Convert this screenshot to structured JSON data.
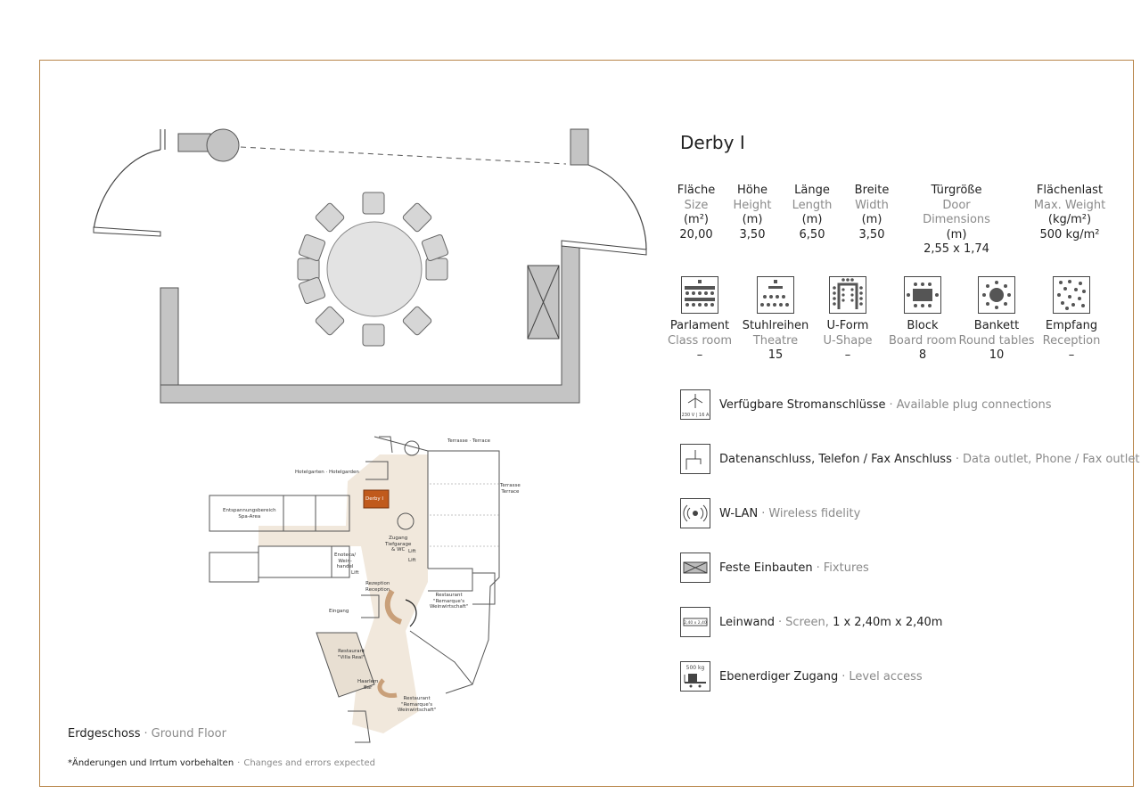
{
  "room": {
    "name": "Derby I"
  },
  "specs": [
    {
      "de": "Fläche",
      "en": "Size",
      "unit": "(m²)",
      "value": "20,00"
    },
    {
      "de": "Höhe",
      "en": "Height",
      "unit": "(m)",
      "value": "3,50"
    },
    {
      "de": "Länge",
      "en": "Length",
      "unit": "(m)",
      "value": "6,50"
    },
    {
      "de": "Breite",
      "en": "Width",
      "unit": "(m)",
      "value": "3,50"
    },
    {
      "de": "Türgröße",
      "en": "Door Dimensions",
      "unit": "(m)",
      "value": "2,55 x 1,74"
    },
    {
      "de": "Flächenlast",
      "en": "Max. Weight",
      "unit": "(kg/m²)",
      "value": "500 kg/m²"
    }
  ],
  "setups": [
    {
      "de": "Parlament",
      "en": "Class room",
      "capacity": "–",
      "icon": "classroom-setup-icon"
    },
    {
      "de": "Stuhlreihen",
      "en": "Theatre",
      "capacity": "15",
      "icon": "theatre-setup-icon"
    },
    {
      "de": "U-Form",
      "en": "U-Shape",
      "capacity": "–",
      "icon": "u-shape-setup-icon"
    },
    {
      "de": "Block",
      "en": "Board room",
      "capacity": "8",
      "icon": "boardroom-setup-icon"
    },
    {
      "de": "Bankett",
      "en": "Round tables",
      "capacity": "10",
      "icon": "banquet-setup-icon"
    },
    {
      "de": "Empfang",
      "en": "Reception",
      "capacity": "–",
      "icon": "reception-setup-icon"
    }
  ],
  "features": [
    {
      "de": "Verfügbare Stromanschlüsse",
      "en": "Available plug connections",
      "icon": "power-outlet-icon",
      "icon_text": "230 V | 16 A"
    },
    {
      "de": "Datenanschluss, Telefon / Fax Anschluss",
      "en": "Data outlet, Phone / Fax outlet",
      "icon": "data-outlet-icon"
    },
    {
      "de": "W-LAN",
      "en": "Wireless fidelity",
      "icon": "wifi-icon"
    },
    {
      "de": "Feste Einbauten",
      "en": "Fixtures",
      "icon": "fixtures-icon"
    },
    {
      "de": "Leinwand",
      "en": "Screen,",
      "extra": "1 x 2,40m x 2,40m",
      "icon": "screen-icon",
      "icon_text": "2,40 x 2,40"
    },
    {
      "de": "Ebenerdiger Zugang",
      "en": "Level access",
      "icon": "level-access-icon",
      "icon_text": "500 kg"
    }
  ],
  "floor": {
    "de": "Erdgeschoss",
    "en": "Ground Floor"
  },
  "note": {
    "de": "*Änderungen und Irrtum vorbehalten",
    "en": "Changes and errors expected"
  },
  "floorplan_labels": {
    "terrace_top": "Terrasse · Terrace",
    "terrace_right_1": "Terrasse",
    "terrace_right_2": "Terrace",
    "hotelgarden": "Hotelgarten · Hotelgarden",
    "derby": "Derby I",
    "spa_1": "Entspannungsbereich",
    "spa_2": "Spa-Area",
    "access_1": "Zugang",
    "access_2": "Tiefgarage",
    "access_3": "& WC",
    "lift": "Lift",
    "wine_1": "Enoteca/",
    "wine_2": "Wein-",
    "wine_3": "handel",
    "reception_1": "Rezeption",
    "reception_2": "Reception",
    "restaurant_r_1": "Restaurant",
    "restaurant_r_2": "\"Remarque's",
    "restaurant_r_3": "Weinwirtschaft\"",
    "entrance": "Eingang",
    "villa_1": "Restaurant",
    "villa_2": "\"Villa Real\"",
    "haarlem_1": "Haarlem",
    "haarlem_2": "Bar"
  },
  "colors": {
    "frame": "#b8864a",
    "highlight": "#c05a1c",
    "corridor": "#f1e8dc",
    "wall": "#bdbdbd"
  }
}
